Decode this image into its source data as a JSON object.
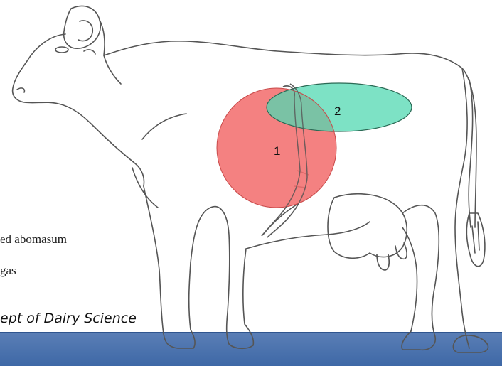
{
  "diagram": {
    "regions": [
      {
        "label": "1",
        "fill": "#f26b6b"
      },
      {
        "label": "2",
        "fill": "#52d8b2"
      }
    ],
    "legend": [
      {
        "text": "ed abomasum"
      },
      {
        "text": "gas"
      }
    ],
    "credit": "ept of Dairy Science"
  },
  "colors": {
    "outline": "#555555",
    "footer": "#4a72ad"
  }
}
